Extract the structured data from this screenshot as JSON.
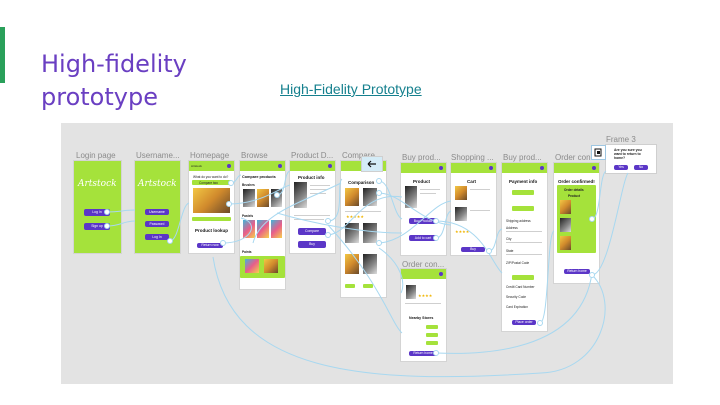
{
  "slide": {
    "title": "High-fidelity prototype",
    "link_text": "High-Fidelity Prototype"
  },
  "colors": {
    "brand_green": "#a5e23b",
    "brand_purple": "#5b36c7",
    "title_purple": "#6a3fc2",
    "link_teal": "#15808e",
    "wire": "#a8d8f0"
  },
  "frames": {
    "login": {
      "label": "Login page",
      "logo": "Artstock",
      "buttons": [
        "Log In",
        "Sign up"
      ]
    },
    "username": {
      "label": "Username...",
      "logo": "Artstock",
      "fields": [
        "Username",
        "Password"
      ],
      "button": "Log In"
    },
    "homepage": {
      "label": "Homepage",
      "brand": "Artstock",
      "question": "What do you want to do?",
      "compare": "Compare two",
      "product_lookup": "Product lookup",
      "button": "Return now"
    },
    "browse": {
      "label": "Browse",
      "heading": "Compare products",
      "sections": [
        "Brushes",
        "Pastels",
        "Paints"
      ]
    },
    "product_detail": {
      "label": "Product D...",
      "heading": "Product info",
      "buttons": [
        "Compare",
        "Buy"
      ]
    },
    "compare": {
      "label": "Compare",
      "heading": "Comparison",
      "back_icon": "return-arrow-icon"
    },
    "buy_product": {
      "label": "Buy prod...",
      "heading": "Product",
      "buttons": [
        "Buy Product",
        "Add to cart"
      ]
    },
    "shopping": {
      "label": "Shopping ...",
      "heading": "Cart",
      "button": "Buy"
    },
    "buy_product2": {
      "label": "Buy prod...",
      "heading": "Payment info",
      "fields": [
        "Shipping address",
        "Address",
        "City",
        "State",
        "ZIP/Postal Code",
        "Credit Card Number",
        "Security Code",
        "Card Expiration"
      ],
      "button": "Place order"
    },
    "order_confirmed": {
      "label": "Order con...",
      "heading": "Order confirmed!",
      "details": "Order details",
      "product": "Product",
      "button": "Return home"
    },
    "order_confirmed2": {
      "label": "Order con...",
      "nearby": "Nearby Stores",
      "button": "Return home"
    },
    "frame3": {
      "label": "Frame 3",
      "question": "Are you sure you want to return to home?",
      "yes": "Yes",
      "no": "No"
    }
  }
}
